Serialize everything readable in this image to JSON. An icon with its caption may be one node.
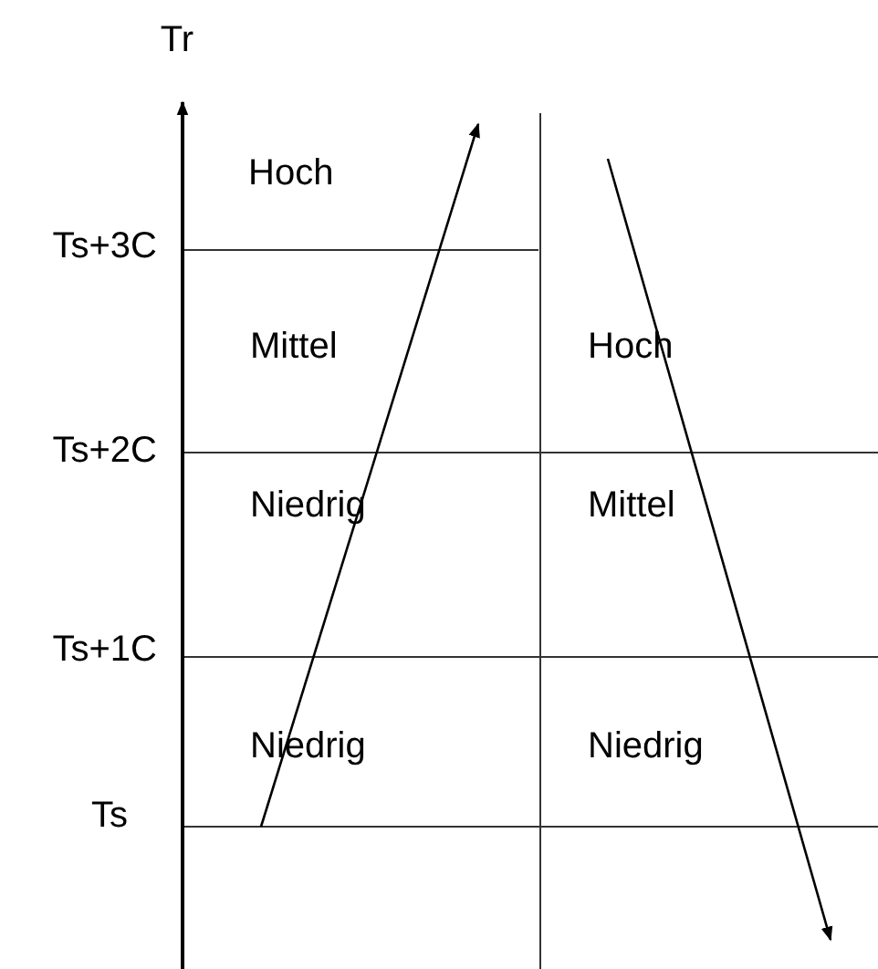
{
  "diagram": {
    "labels": [
      "Tr",
      "Ts+3C",
      "Hoch",
      "Mittel",
      "Hoch",
      "Ts+2C",
      "Niedrig",
      "Mittel",
      "Ts+1C",
      "Niedrig",
      "Niedrig",
      "Ts"
    ]
  }
}
